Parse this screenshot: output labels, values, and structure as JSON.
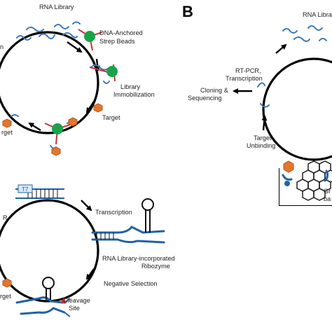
{
  "panels": {
    "b_letter": "B"
  },
  "panel_a": {
    "rna_library": "RNA Library",
    "dna_anchored_line1": "DNA-Anchored",
    "dna_anchored_line2": "Strep Beads",
    "library_immob_line1": "Library",
    "library_immob_line2": "Immobilization",
    "target": "Target",
    "partial_left_top": "n",
    "partial_left_bottom": "rget"
  },
  "panel_b": {
    "rna_library": "RNA Librar",
    "rtpcr_line1": "RT-PCR,",
    "rtpcr_line2": "Transcription",
    "cloning_line1": "Cloning &",
    "cloning_line2": "Sequencing",
    "target_unbinding_line1": "Target",
    "target_unbinding_line2": "Unbinding",
    "partial_right_1": "Gr",
    "partial_right_2": "ba"
  },
  "panel_c": {
    "partial_r": "R",
    "transcription": "Transcription",
    "ribozyme_line1": "RNA Library-incorporated",
    "ribozyme_line2": "Ribozyme",
    "negative_selection": "Negative Selection",
    "cleavage_line1": "Cleavage",
    "cleavage_line2": "Site",
    "partial_rget": "rget",
    "promoter": "T7"
  },
  "colors": {
    "rna": "#3a78b8",
    "dna": "#c9323a",
    "bead": "#1aa34a",
    "target": "#e4762a",
    "graphene": "#111111"
  }
}
